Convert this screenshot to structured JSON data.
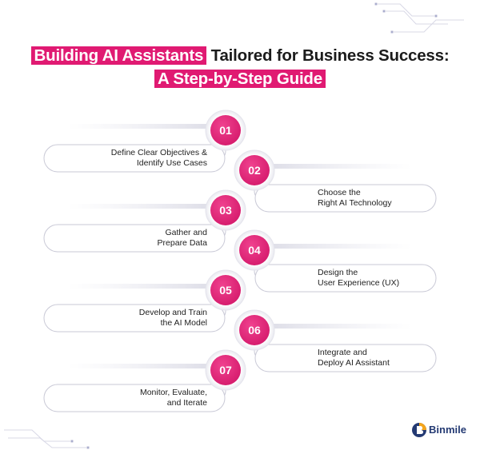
{
  "title": {
    "line1_highlight": "Building AI Assistants",
    "line1_rest": " Tailored for Business Success:",
    "line2_highlight": "A Step-by-Step Guide"
  },
  "steps": [
    {
      "number": "01",
      "line1": "Define Clear Objectives &",
      "line2": "Identify Use Cases",
      "side": "left"
    },
    {
      "number": "02",
      "line1": "Choose the",
      "line2": "Right AI Technology",
      "side": "right"
    },
    {
      "number": "03",
      "line1": "Gather and",
      "line2": "Prepare Data",
      "side": "left"
    },
    {
      "number": "04",
      "line1": "Design the",
      "line2": "User Experience (UX)",
      "side": "right"
    },
    {
      "number": "05",
      "line1": "Develop and Train",
      "line2": "the AI Model",
      "side": "left"
    },
    {
      "number": "06",
      "line1": "Integrate and",
      "line2": "Deploy AI Assistant",
      "side": "right"
    },
    {
      "number": "07",
      "line1": "Monitor, Evaluate,",
      "line2": "and Iterate",
      "side": "left"
    }
  ],
  "brand": {
    "name": "Binmile"
  },
  "colors": {
    "accent": "#e01a72",
    "circle_fill": "#e8277f",
    "line": "#c9c9d6",
    "brand": "#243a73"
  }
}
